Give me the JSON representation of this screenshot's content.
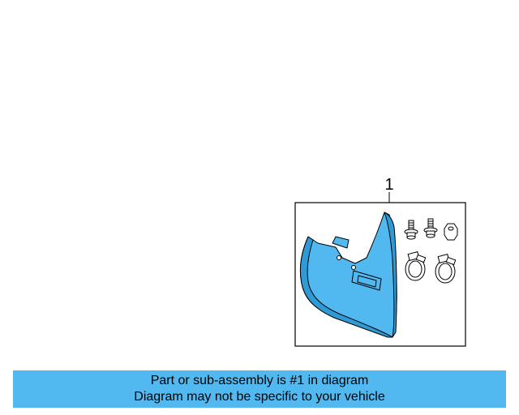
{
  "diagram": {
    "callout_number": "1",
    "part_icon": "mud-flap-splash-guard-icon",
    "hardware_icons": [
      "bolt-icon",
      "bolt-icon",
      "nut-icon",
      "clip-icon",
      "clip-icon"
    ]
  },
  "caption": {
    "line1": "Part or sub-assembly is #1 in diagram",
    "line2": "Diagram may not be specific to your vehicle"
  },
  "colors": {
    "part_fill": "#52b9f0",
    "caption_background": "#52b9f0",
    "outline": "#000000"
  }
}
